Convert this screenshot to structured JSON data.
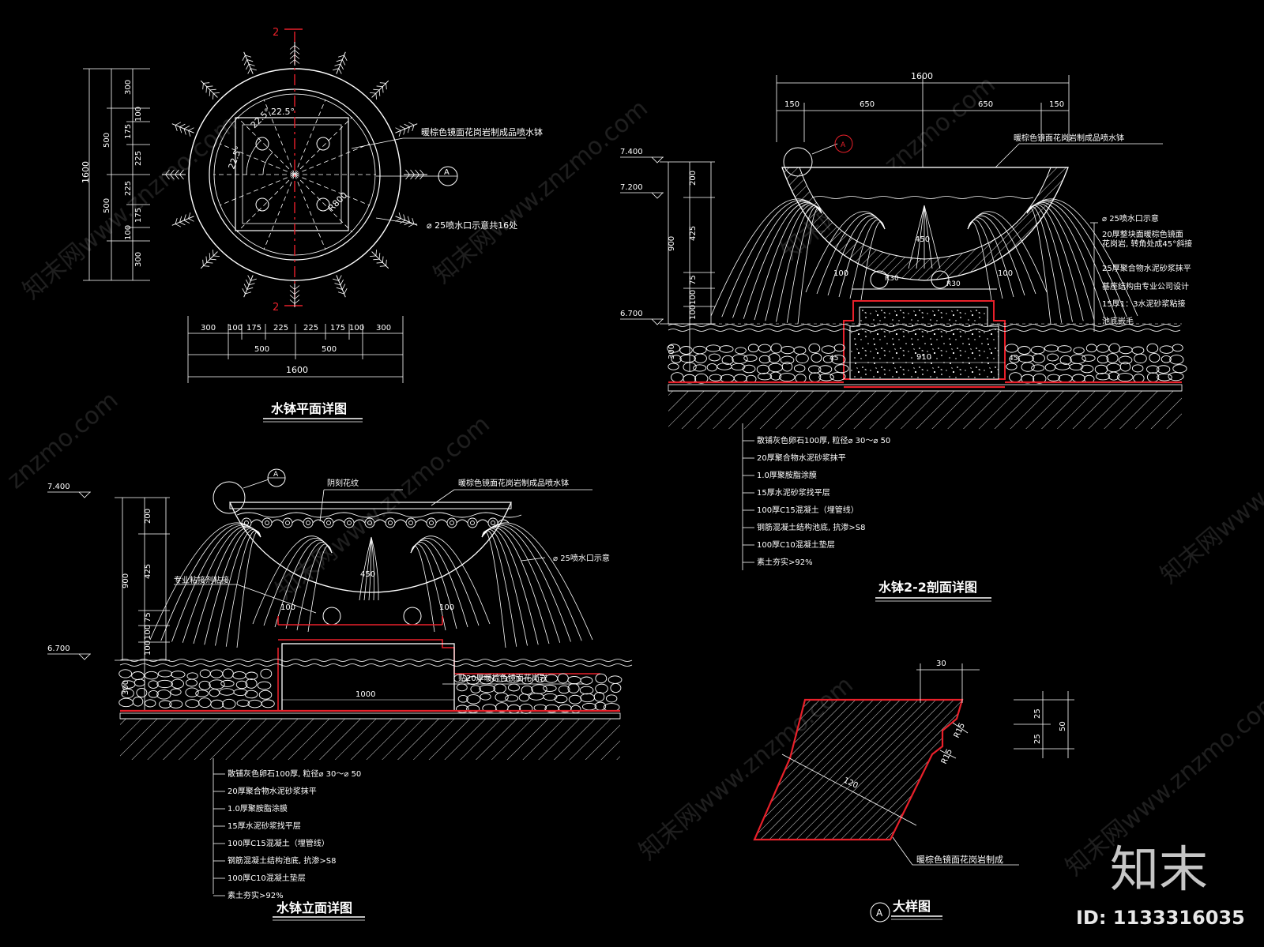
{
  "colors": {
    "background": "#000000",
    "line": "#ffffff",
    "red": "#e8202a",
    "gray": "#9a9a9a",
    "watermark": "#3a3a3a"
  },
  "plan": {
    "title": "水钵平面详图",
    "section_mark": "2",
    "callout_letter": "A",
    "radius_label": "R800",
    "angle_label": "22.5°",
    "note_bowl": "暖棕色镜面花岗岩制成品喷水钵",
    "note_nozzle": "⌀ 25喷水口示意共16处",
    "dims_bottom_row1": [
      "300",
      "100",
      "175",
      "225",
      "225",
      "175",
      "100",
      "300"
    ],
    "dims_bottom_row2": [
      "500",
      "500"
    ],
    "dim_total": "1600",
    "dims_left_row1": [
      "300",
      "100",
      "175",
      "225",
      "225",
      "175",
      "100",
      "300"
    ],
    "dims_left_row2": [
      "500",
      "500"
    ]
  },
  "section": {
    "title": "水钵2-2剖面详图",
    "dim_total": "1600",
    "dims_top": [
      "150",
      "650",
      "650",
      "150"
    ],
    "levels": [
      "7.400",
      "7.200",
      "6.700"
    ],
    "dims_left": [
      "200",
      "425",
      "900",
      "75",
      "100",
      "100",
      "300"
    ],
    "callout_letter": "A",
    "inner_dims": [
      "450",
      "100",
      "100",
      "R30",
      "R30",
      "45",
      "45",
      "910"
    ],
    "notes": [
      "暖棕色镜面花岗岩制成品喷水钵",
      "⌀ 25喷水口示意",
      "20厚整块面暖棕色镜面",
      "花岗岩, 转角处成45°斜接",
      "25厚聚合物水泥砂浆抹平",
      "基座结构由专业公司设计",
      "15厚1：3水泥砂浆粘接",
      "池底嵌毛"
    ],
    "layers": [
      "散铺灰色卵石100厚, 粒径⌀ 30～⌀ 50",
      "20厚聚合物水泥砂浆抹平",
      "1.0厚聚胺脂涂膜",
      "15厚水泥砂浆找平层",
      "100厚C15混凝土（埋管线）",
      "钢筋混凝土结构池底, 抗渗>S8",
      "100厚C10混凝土垫层",
      "素土夯实>92%"
    ]
  },
  "elevation": {
    "title": "水钵立面详图",
    "levels": [
      "7.400",
      "6.700"
    ],
    "dims_left": [
      "200",
      "425",
      "900",
      "75",
      "100",
      "100",
      "300"
    ],
    "callout_letter": "A",
    "notes": [
      "阴刻花纹",
      "暖棕色镜面花岗岩制成品喷水钵",
      "⌀ 25喷水口示意",
      "专业粘接剂粘接",
      "贴20厚暖棕色镜面花岗岩"
    ],
    "inner_dims": [
      "450",
      "100",
      "100",
      "1000"
    ],
    "layers": [
      "散铺灰色卵石100厚, 粒径⌀ 30～⌀ 50",
      "20厚聚合物水泥砂浆抹平",
      "1.0厚聚胺脂涂膜",
      "15厚水泥砂浆找平层",
      "100厚C15混凝土（埋管线）",
      "钢筋混凝土结构池底, 抗渗>S8",
      "100厚C10混凝土垫层",
      "素土夯实>92%"
    ]
  },
  "detail": {
    "title": "大样图",
    "callout_letter": "A",
    "dims": [
      "30",
      "R15",
      "R15",
      "120",
      "25",
      "25",
      "50"
    ],
    "note": "暖棕色镜面花岗岩制成"
  },
  "watermark": {
    "logo": "知末",
    "id": "ID: 1133316035",
    "site": "znzmo.com",
    "site_cn": "知末网www.znzmo.com"
  }
}
